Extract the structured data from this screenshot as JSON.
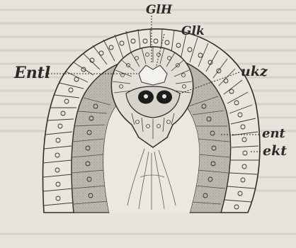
{
  "figure": {
    "labels": {
      "glh": "GlH",
      "glk": "Glk",
      "entl": "Entl",
      "ukz": "ukz",
      "ent": "ent",
      "ekt": "ekt"
    },
    "colors": {
      "paper": "#e6e3da",
      "ink": "#2e2e2e",
      "shading": "#b9b7ae",
      "dark_nuclei": "#1c1c1c"
    }
  }
}
